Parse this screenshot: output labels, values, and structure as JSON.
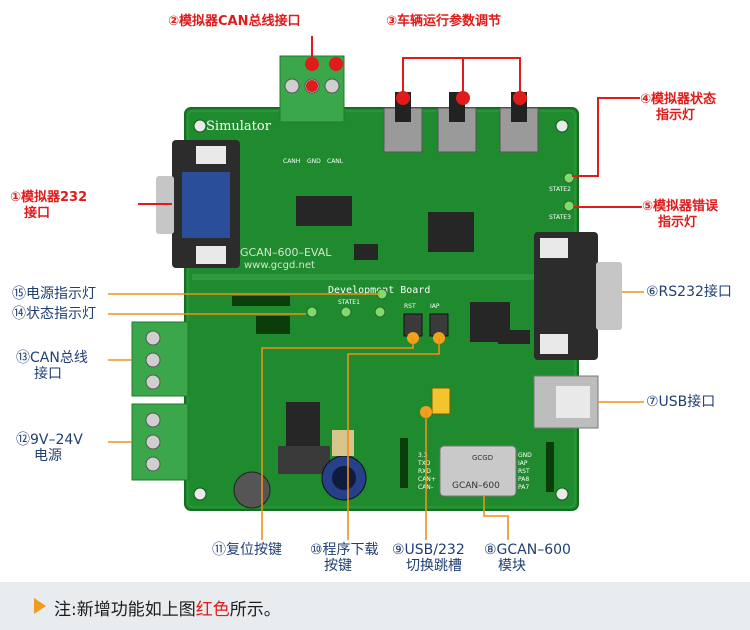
{
  "labels": {
    "l2": "②模拟器CAN总线接口",
    "l3": "③车辆运行参数调节",
    "l4": [
      "④模拟器状态",
      "指示灯"
    ],
    "l5": [
      "⑤模拟器错误",
      "指示灯"
    ],
    "l1": [
      "①模拟器232",
      "接口"
    ],
    "l15": "⑮电源指示灯",
    "l14": "⑭状态指示灯",
    "l13": [
      "⑬CAN总线",
      "接口"
    ],
    "l12": [
      "⑫9V–24V",
      "电源"
    ],
    "l6": "⑥RS232接口",
    "l7": "⑦USB接口",
    "l11": "⑪复位按键",
    "l10": [
      "⑩程序下载",
      "按键"
    ],
    "l9": [
      "⑨USB/232",
      "切换跳槽"
    ],
    "l8": [
      "⑧GCAN–600",
      "模块"
    ]
  },
  "board": {
    "simulator": "Simulator",
    "dev_board": "Development Board",
    "model": "GCAN–600–EVAL",
    "url": "www.gcgd.net",
    "canh": "CANH",
    "gnd": "GND",
    "canl": "CANL",
    "state1": "STATE1",
    "state2": "STATE2",
    "state3": "STATE3",
    "rst": "RST",
    "iap": "IAP",
    "module_name": "GCAN–600",
    "module_brand": "GCGD",
    "pins_left": [
      "3.3",
      "TXD",
      "RXD",
      "CAN+",
      "CAN–"
    ],
    "pins_right": [
      "GND",
      "IAP",
      "RST",
      "PA8",
      "PA7"
    ]
  },
  "footer": {
    "note_prefix": "注:新增功能如上图",
    "note_highlight": "红色",
    "note_suffix": "所示。"
  },
  "colors": {
    "annotation_red": "#e01b1b",
    "annotation_blue": "#1f3f73",
    "leader_orange": "#f0901a",
    "pcb_green": "#1f8a2e",
    "terminal_green": "#3aa84a"
  }
}
